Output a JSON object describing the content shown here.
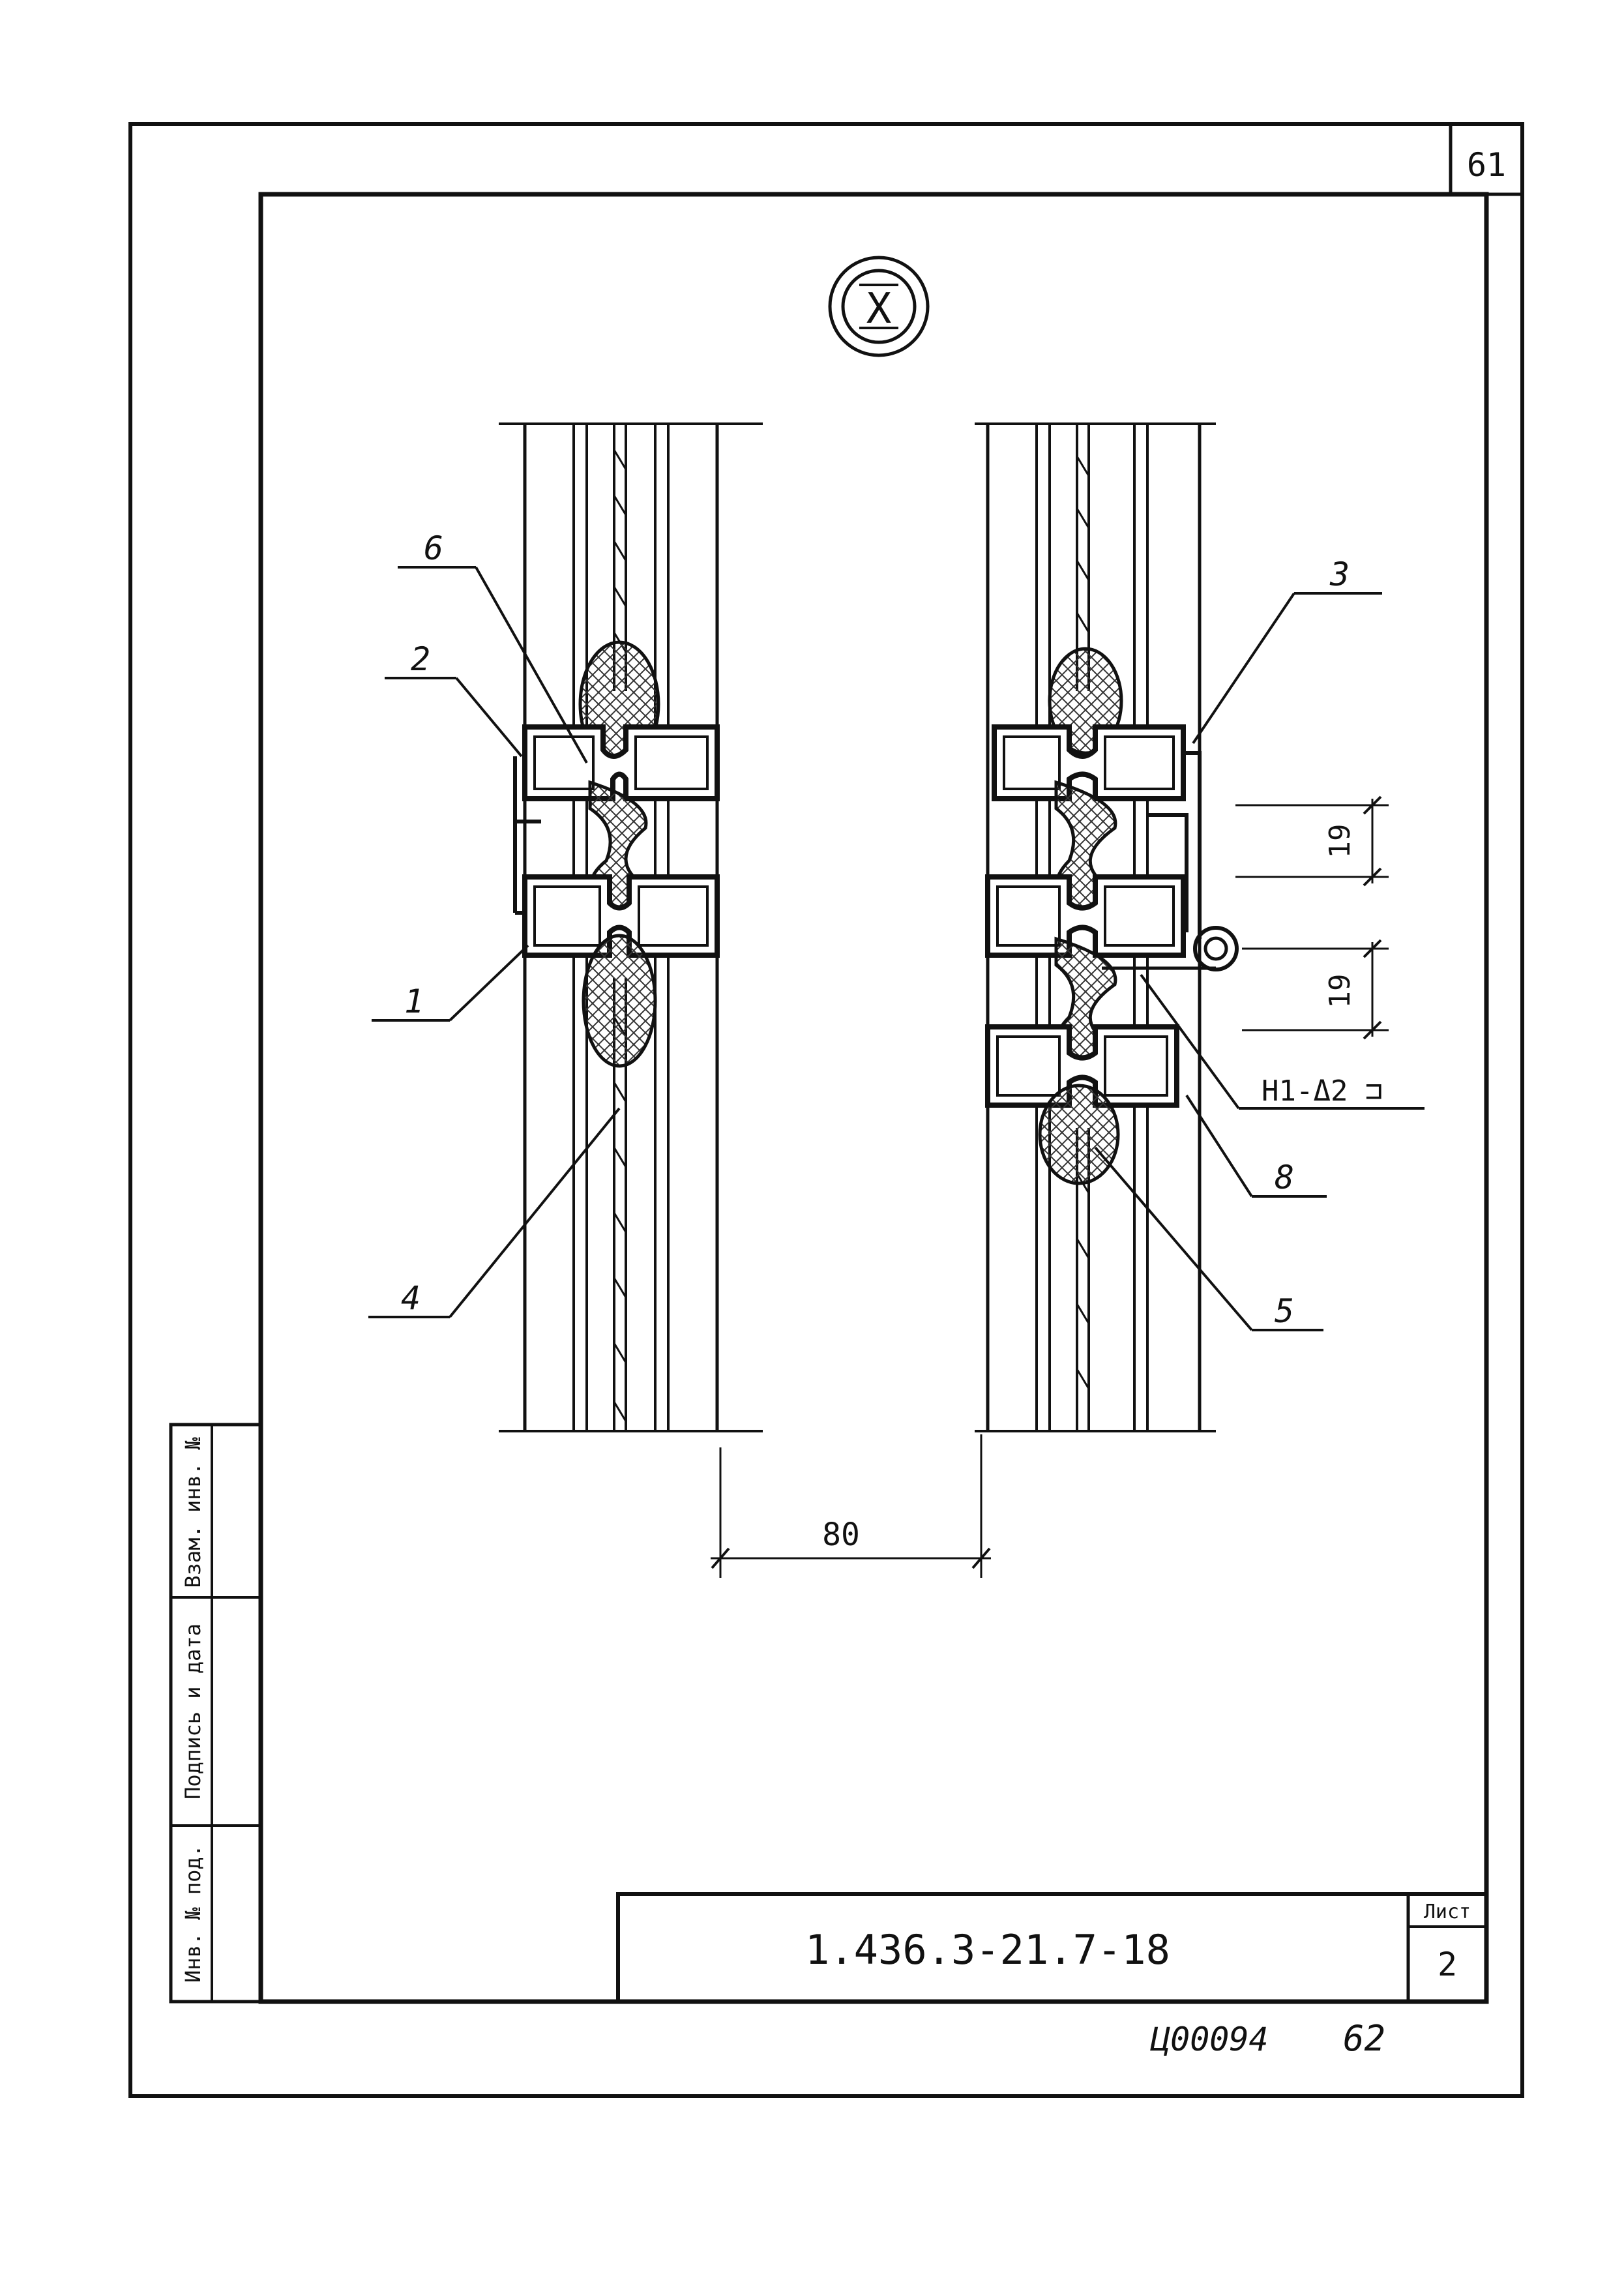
{
  "sheet_number": "61",
  "view_marker": "X",
  "callouts": {
    "c1": "1",
    "c2": "2",
    "c3": "3",
    "c4": "4",
    "c5": "5",
    "c6": "6",
    "c8": "8"
  },
  "dimensions": {
    "gap": "80",
    "step_upper": "19",
    "step_lower": "19"
  },
  "weld_note": "Н1-Δ2 ⊐",
  "side_stamp": {
    "col1": "Инв. № под.",
    "col2": "Подпись и дата",
    "col3": "Взам. инв. №"
  },
  "title_block": {
    "designation": "1.436.3-21.7-18",
    "sheet_label": "Лист",
    "sheet_value": "2"
  },
  "footer": {
    "archive_code": "Ц00094",
    "page": "62"
  },
  "colors": {
    "ink": "#111111",
    "hatch": "#333333"
  }
}
